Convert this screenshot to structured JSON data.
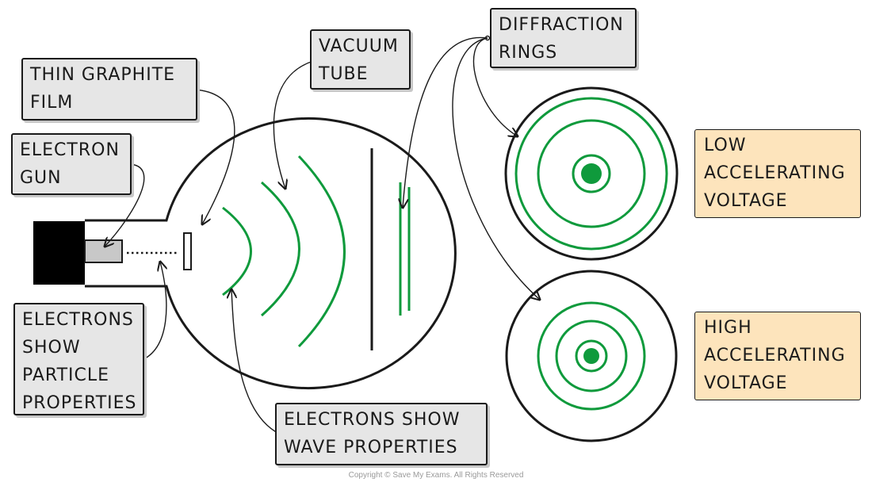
{
  "labels": {
    "thin_graphite_film": [
      "THIN GRAPHITE",
      "FILM"
    ],
    "electron_gun": [
      "ELECTRON",
      "GUN"
    ],
    "vacuum_tube": [
      "VACUUM",
      "TUBE"
    ],
    "diffraction_rings": [
      "DIFFRACTION",
      "RINGS"
    ],
    "particle_properties": [
      "ELECTRONS",
      "SHOW",
      "PARTICLE",
      "PROPERTIES"
    ],
    "wave_properties": [
      "ELECTRONS SHOW",
      "WAVE PROPERTIES"
    ],
    "low_voltage": [
      "LOW",
      "ACCELERATING",
      "VOLTAGE"
    ],
    "high_voltage": [
      "HIGH",
      "ACCELERATING",
      "VOLTAGE"
    ]
  },
  "copyright": "Copyright © Save My Exams. All Rights Reserved",
  "colors": {
    "wave": "#0f9a3c",
    "ring_dot": "#0f9a3c",
    "label_fill": "#e6e6e6",
    "voltage_fill": "#fde4bc",
    "ink": "#1a1a1a"
  }
}
